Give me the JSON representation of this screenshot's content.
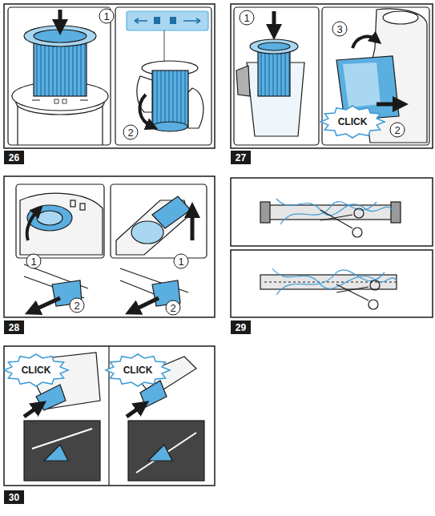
{
  "diagram": {
    "labels": [
      "1",
      "2",
      "26",
      "1",
      "3",
      "CLICK",
      "2",
      "27",
      "1",
      "2",
      "1",
      "2",
      "28",
      "29",
      "CLICK",
      "CLICK",
      "30"
    ]
  }
}
